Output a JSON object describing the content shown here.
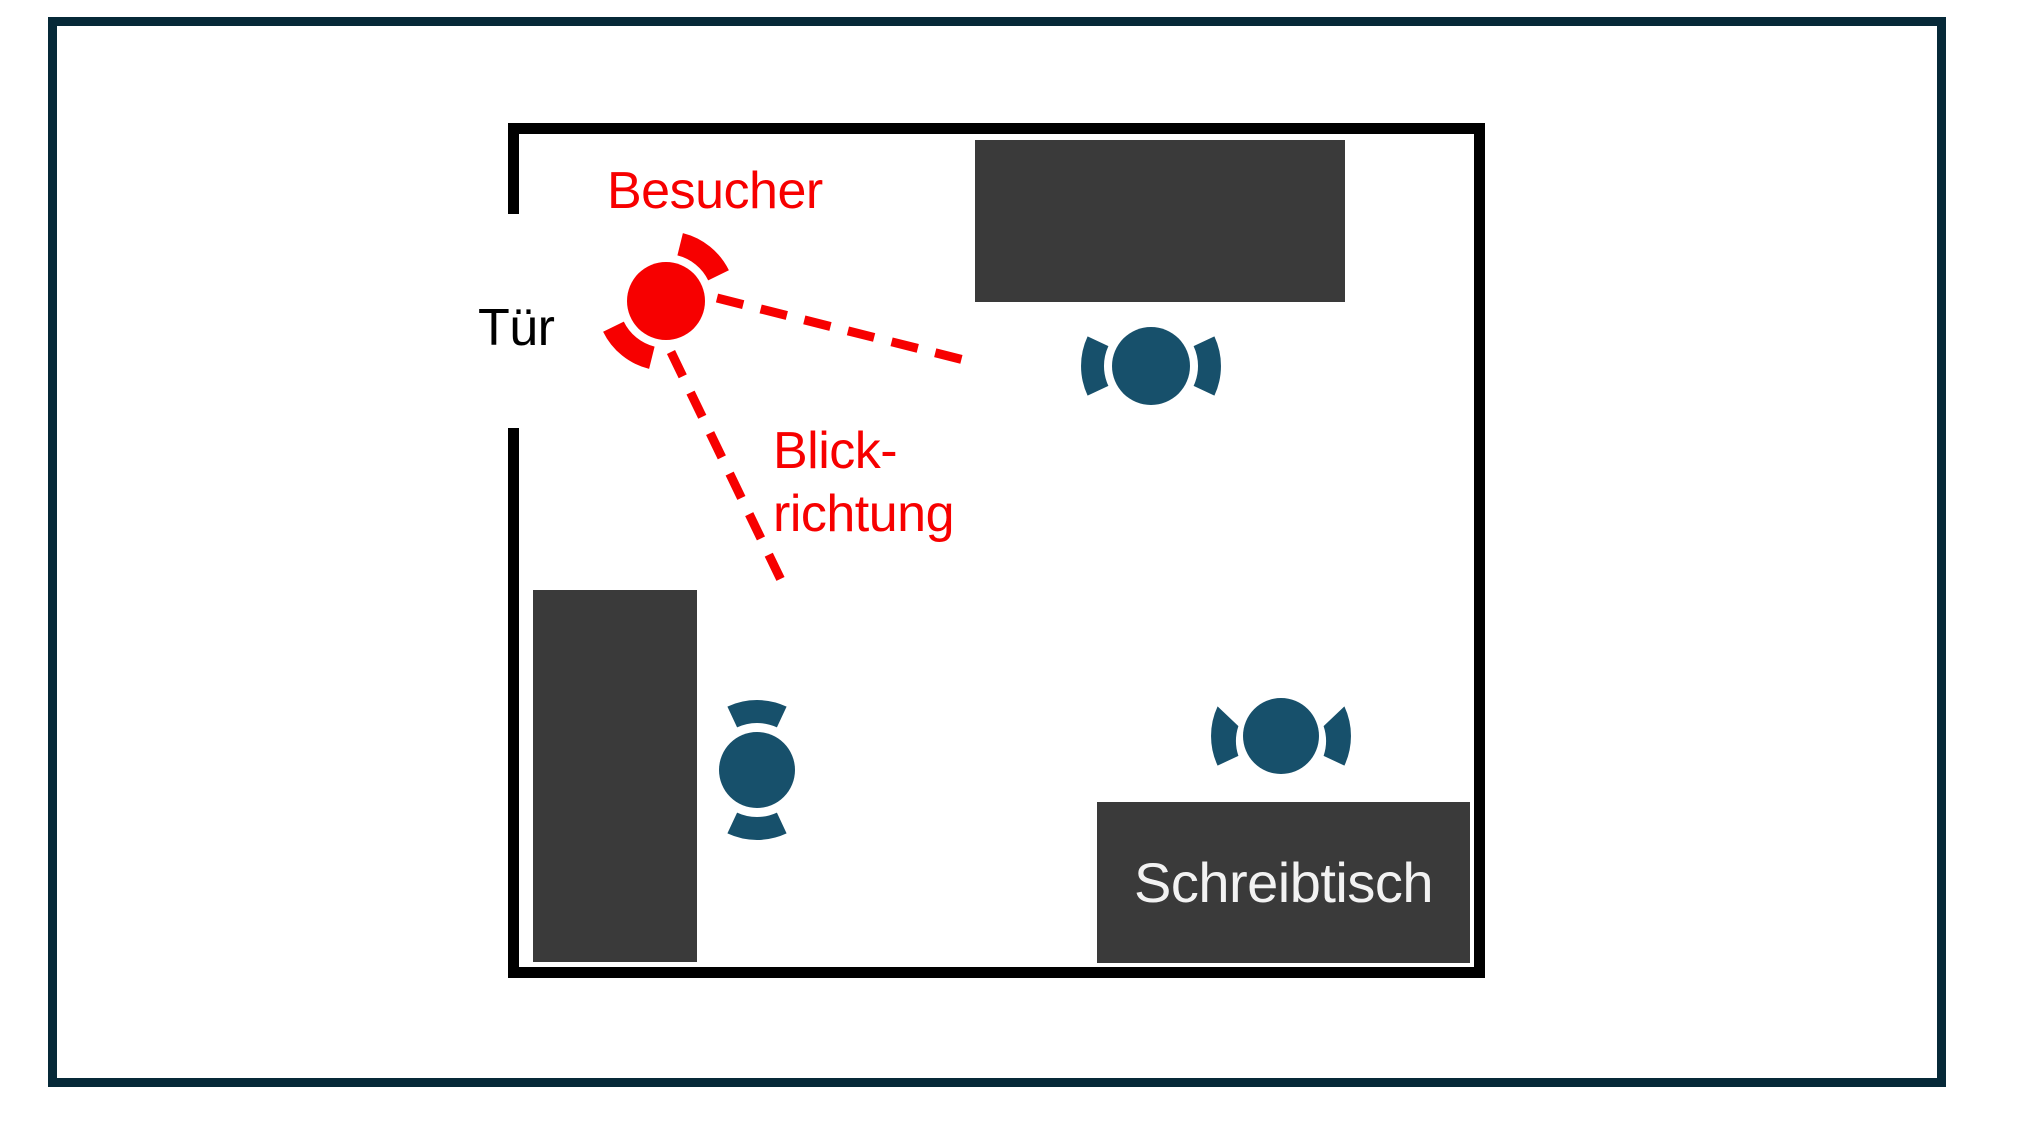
{
  "floor_plan": {
    "labels": {
      "visitor": "Besucher",
      "door": "Tür",
      "gaze_line1": "Blick-",
      "gaze_line2": "richtung",
      "desk": "Schreibtisch"
    },
    "colors": {
      "highlight_red": "#f70000",
      "person_blue": "#17506b",
      "furniture_gray": "#3a3a3a",
      "wall_black": "#000000",
      "outer_frame_navy": "#062938",
      "desk_label_text": "#f2f2f2",
      "background": "#ffffff"
    },
    "icons": {
      "visitor": "red-seated-person-top-view-icon",
      "employee": "blue-seated-person-top-view-icon",
      "gaze": "red-dashed-gaze-line"
    }
  }
}
